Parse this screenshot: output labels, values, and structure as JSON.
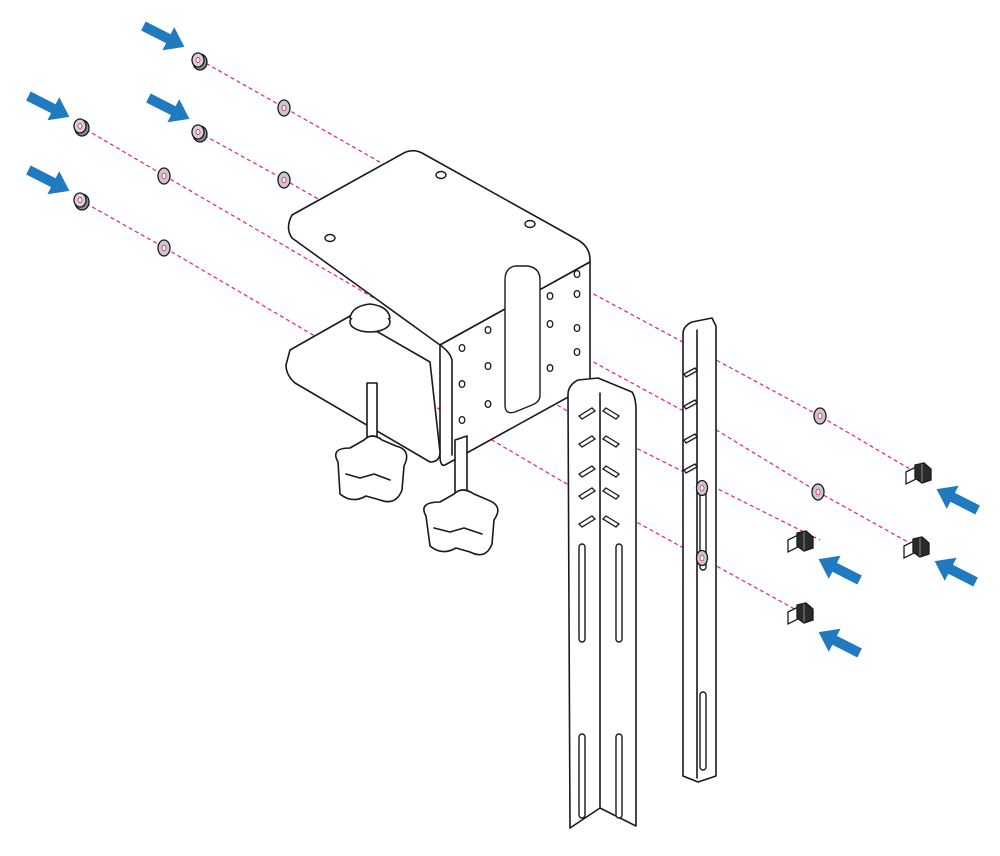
{
  "colors": {
    "arrow": "#1f7ac0",
    "guide_line": "#e0208a",
    "outline": "#1a1a1a",
    "washer_fill": "#c9c9c9",
    "nut_fill": "#8a8a8a",
    "bolt_fill": "#2a2a2a"
  },
  "parts": {
    "left_side_nuts": 4,
    "left_side_washers": 4,
    "right_side_bolts": 4,
    "right_side_washers": 4,
    "clamp_knobs": 2,
    "slotted_arms": 2
  },
  "icons": {
    "arrow": "arrow-right-icon",
    "arrow_reverse": "arrow-left-icon",
    "nut": "nut-icon",
    "washer": "washer-icon",
    "bolt": "bolt-icon",
    "knob": "knob-icon"
  }
}
